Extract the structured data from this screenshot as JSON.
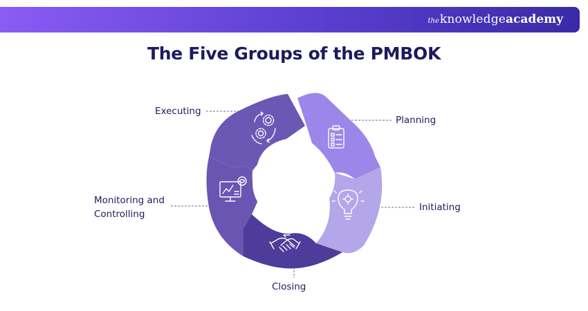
{
  "header": {
    "brand_the": "the",
    "brand_knowledge": "knowledge",
    "brand_academy": "academy"
  },
  "title": "The Five Groups of the PMBOK",
  "segments": [
    {
      "key": "planning",
      "label": "Planning",
      "color": "#9c86ea",
      "icon": "clipboard-checklist-icon"
    },
    {
      "key": "initiating",
      "label": "Initiating",
      "color": "#b3a6e9",
      "icon": "lightbulb-gear-icon"
    },
    {
      "key": "closing",
      "label": "Closing",
      "color": "#4d3c99",
      "icon": "handshake-icon"
    },
    {
      "key": "monitoring",
      "label_line1": "Monitoring and",
      "label_line2": "Controlling",
      "color": "#6a55b2",
      "icon": "monitor-analytics-icon"
    },
    {
      "key": "executing",
      "label": "Executing",
      "color": "#6b58b5",
      "icon": "gear-cycle-icon"
    }
  ]
}
